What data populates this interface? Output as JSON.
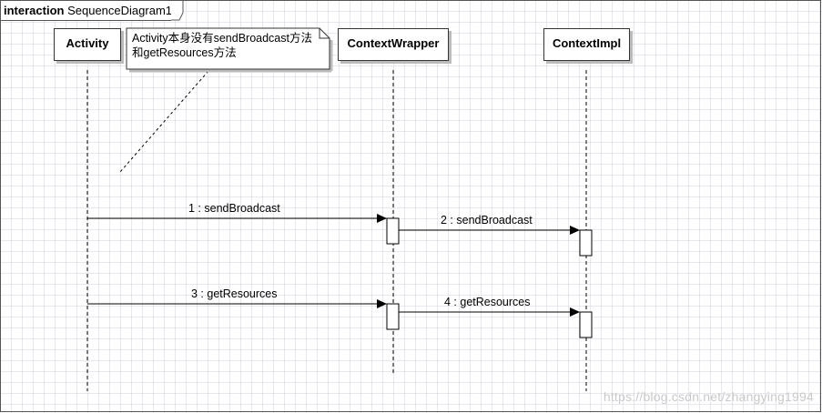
{
  "frame": {
    "keyword": "interaction",
    "name": "SequenceDiagram1"
  },
  "lifelines": [
    {
      "id": "activity",
      "name": "Activity"
    },
    {
      "id": "contextwrapper",
      "name": "ContextWrapper"
    },
    {
      "id": "contextimpl",
      "name": "ContextImpl"
    }
  ],
  "note": {
    "lines": [
      "Activity本身没有sendBroadcast方法",
      "和getResources方法"
    ]
  },
  "messages": [
    {
      "index": "1",
      "label": "1 : sendBroadcast",
      "from": "Activity",
      "to": "ContextWrapper"
    },
    {
      "index": "2",
      "label": "2 : sendBroadcast",
      "from": "ContextWrapper",
      "to": "ContextImpl"
    },
    {
      "index": "3",
      "label": "3 : getResources",
      "from": "Activity",
      "to": "ContextWrapper"
    },
    {
      "index": "4",
      "label": "4 : getResources",
      "from": "ContextWrapper",
      "to": "ContextImpl"
    }
  ],
  "watermark": "https://blog.csdn.net/zhangying1994"
}
